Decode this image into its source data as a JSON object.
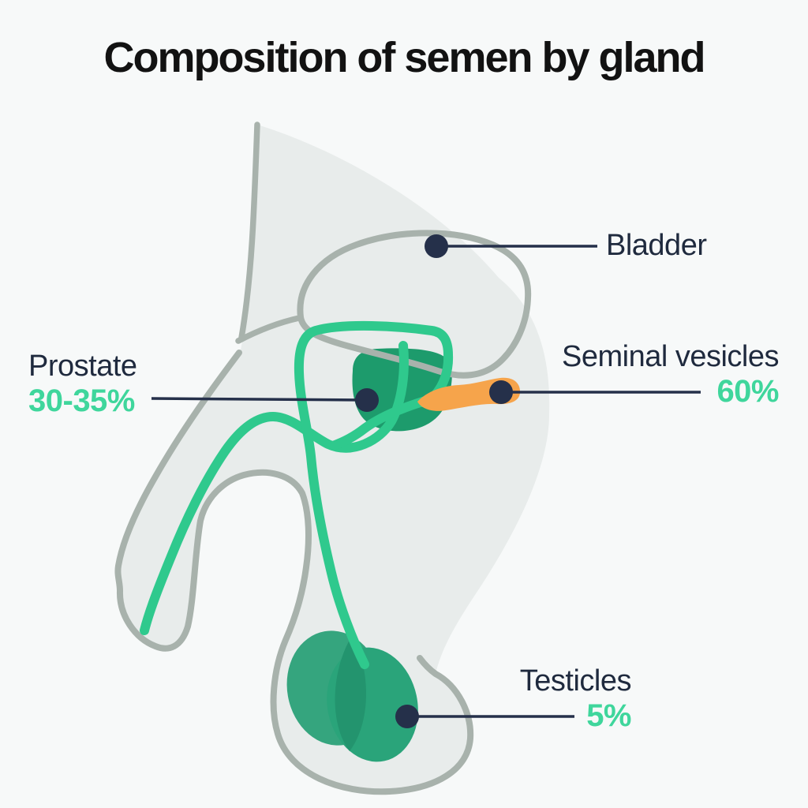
{
  "title": "Composition of semen by gland",
  "labels": {
    "bladder": {
      "name": "Bladder"
    },
    "prostate": {
      "name": "Prostate",
      "value": "30-35%"
    },
    "seminal_vesicles": {
      "name": "Seminal vesicles",
      "value": "60%"
    },
    "testicles": {
      "name": "Testicles",
      "value": "5%"
    }
  },
  "composition": [
    {
      "gland": "Seminal vesicles",
      "share": "60%"
    },
    {
      "gland": "Prostate",
      "share": "30-35%"
    },
    {
      "gland": "Testicles",
      "share": "5%"
    }
  ],
  "colors": {
    "background": "#f7f9f9",
    "body_fill": "#e8eceb",
    "outline_gray": "#a8b2ac",
    "duct_green": "#2fc98d",
    "prostate_green": "#1d9b6c",
    "testicle_left_green": "#35a57e",
    "testicle_right_green": "#2aa47a",
    "testicle_overlap_green": "#23946e",
    "seminal_vesicle_orange": "#f6a44b",
    "callout_navy": "#25304a",
    "label_text": "#1f2a3e",
    "percent_green": "#3fd69c",
    "title_color": "#121212"
  }
}
